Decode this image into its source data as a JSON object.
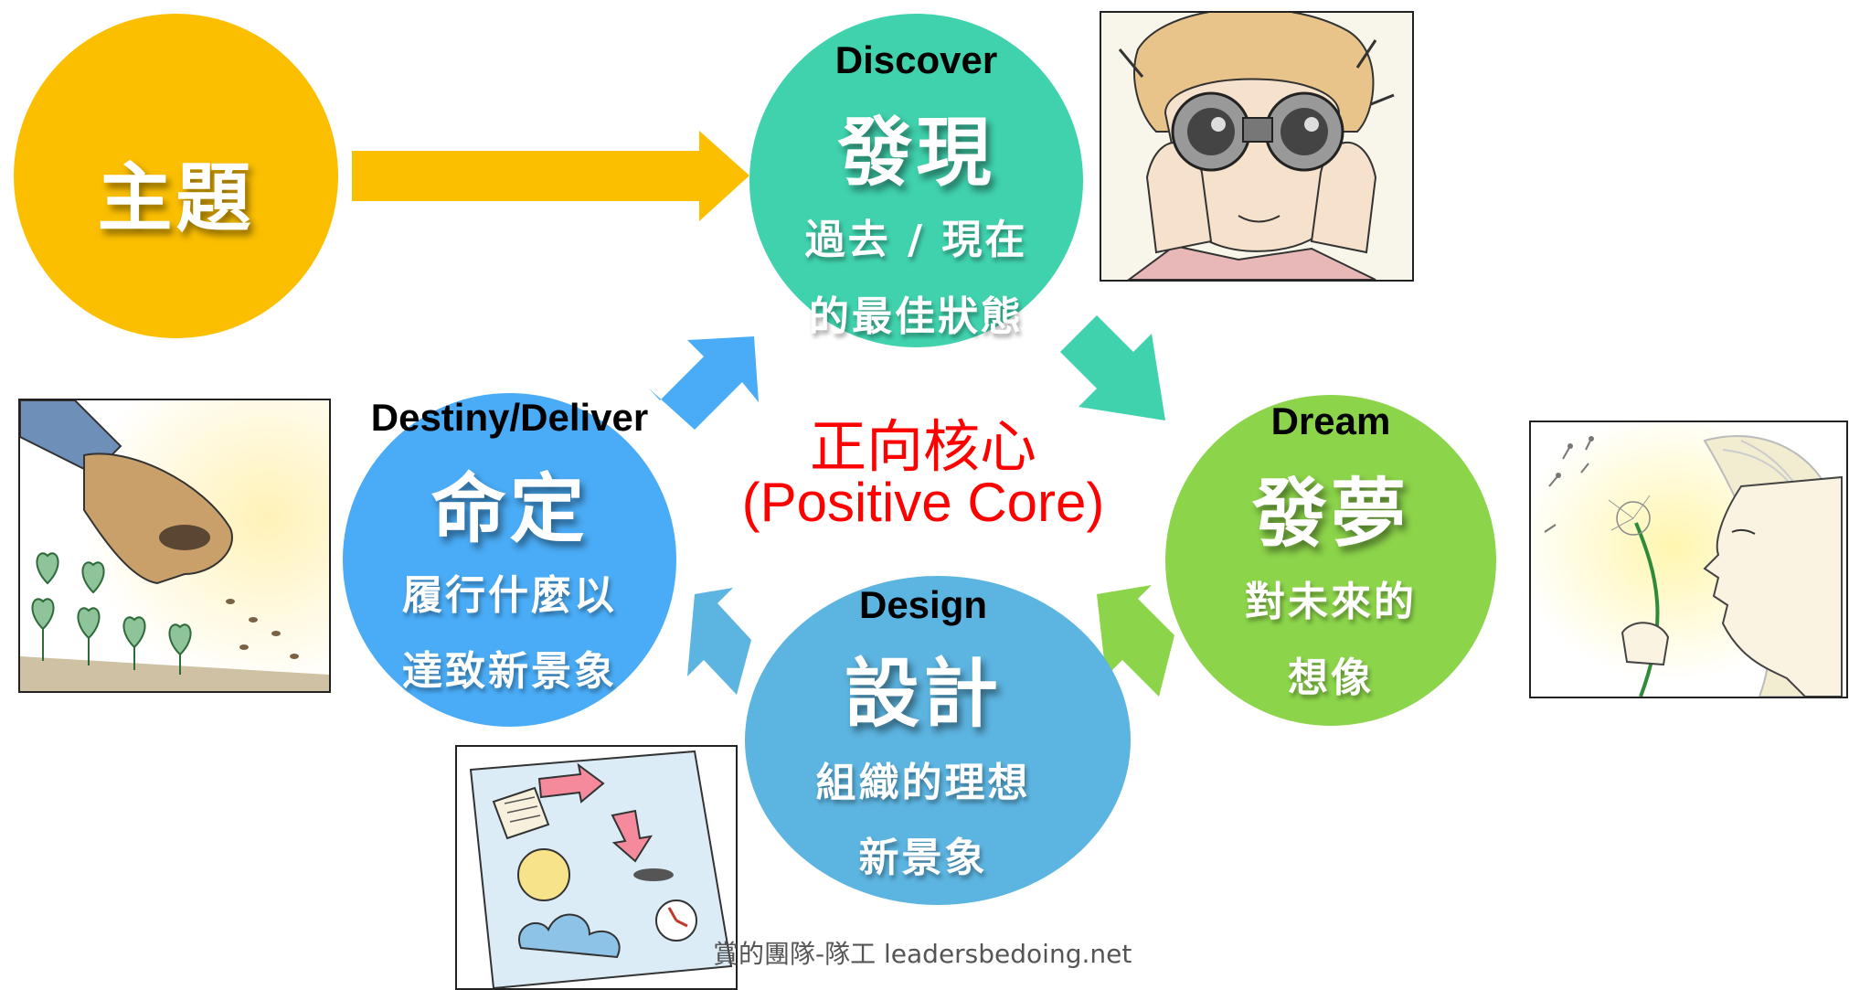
{
  "theme": {
    "label": "主題",
    "color": "#fbbf00"
  },
  "discover": {
    "en": "Discover",
    "zh": "發現",
    "line1": "過去 / 現在",
    "line2": "的最佳狀態",
    "color": "#40d2ad"
  },
  "dream": {
    "en": "Dream",
    "zh": "發夢",
    "line1": "對未來的",
    "line2": "想像",
    "color": "#8cd44a"
  },
  "design": {
    "en": "Design",
    "zh": "設計",
    "line1": "組織的理想",
    "line2": "新景象",
    "color": "#5cb4e0"
  },
  "destiny": {
    "en": "Destiny/Deliver",
    "zh": "命定",
    "line1": "履行什麼以",
    "line2": "達致新景象",
    "color": "#4aacf6"
  },
  "core": {
    "zh": "正向核心",
    "en": "(Positive Core)",
    "color": "#ff0000"
  },
  "footer": {
    "text": "賞的團隊-隊工 leadersbedoing.net"
  },
  "icons": {
    "binoculars": "binoculars-illustration",
    "dandelion": "dandelion-illustration",
    "seeds": "sowing-seeds-illustration",
    "plan": "plan-sketch-illustration"
  }
}
